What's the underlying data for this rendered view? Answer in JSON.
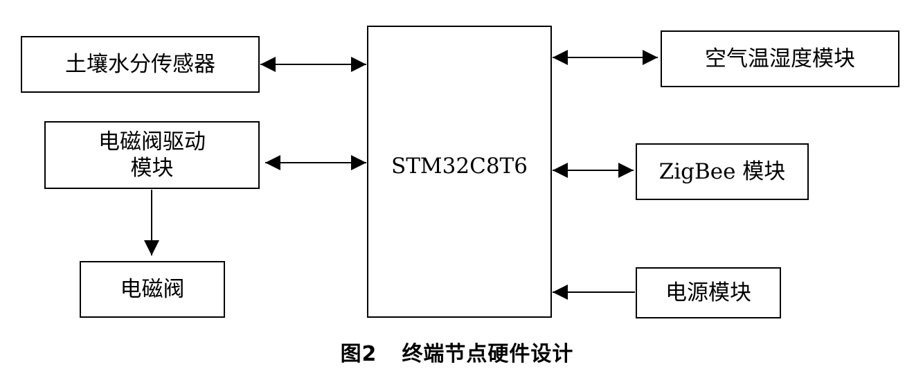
{
  "diagram": {
    "blocks": {
      "soil_sensor": "土壤水分传感器",
      "valve_driver_line1": "电磁阀驱动",
      "valve_driver_line2": "模块",
      "valve": "电磁阀",
      "mcu": "STM32C8T6",
      "air_module": "空气温湿度模块",
      "zigbee_module": "ZigBee 模块",
      "power_module": "电源模块"
    },
    "connections": [
      {
        "from": "soil_sensor",
        "to": "mcu",
        "direction": "bidirectional"
      },
      {
        "from": "valve_driver",
        "to": "mcu",
        "direction": "bidirectional"
      },
      {
        "from": "valve_driver",
        "to": "valve",
        "direction": "one-way"
      },
      {
        "from": "mcu",
        "to": "air_module",
        "direction": "bidirectional"
      },
      {
        "from": "mcu",
        "to": "zigbee_module",
        "direction": "bidirectional"
      },
      {
        "from": "power_module",
        "to": "mcu",
        "direction": "one-way"
      }
    ],
    "caption": {
      "figure": "图2",
      "title": "终端节点硬件设计"
    }
  }
}
